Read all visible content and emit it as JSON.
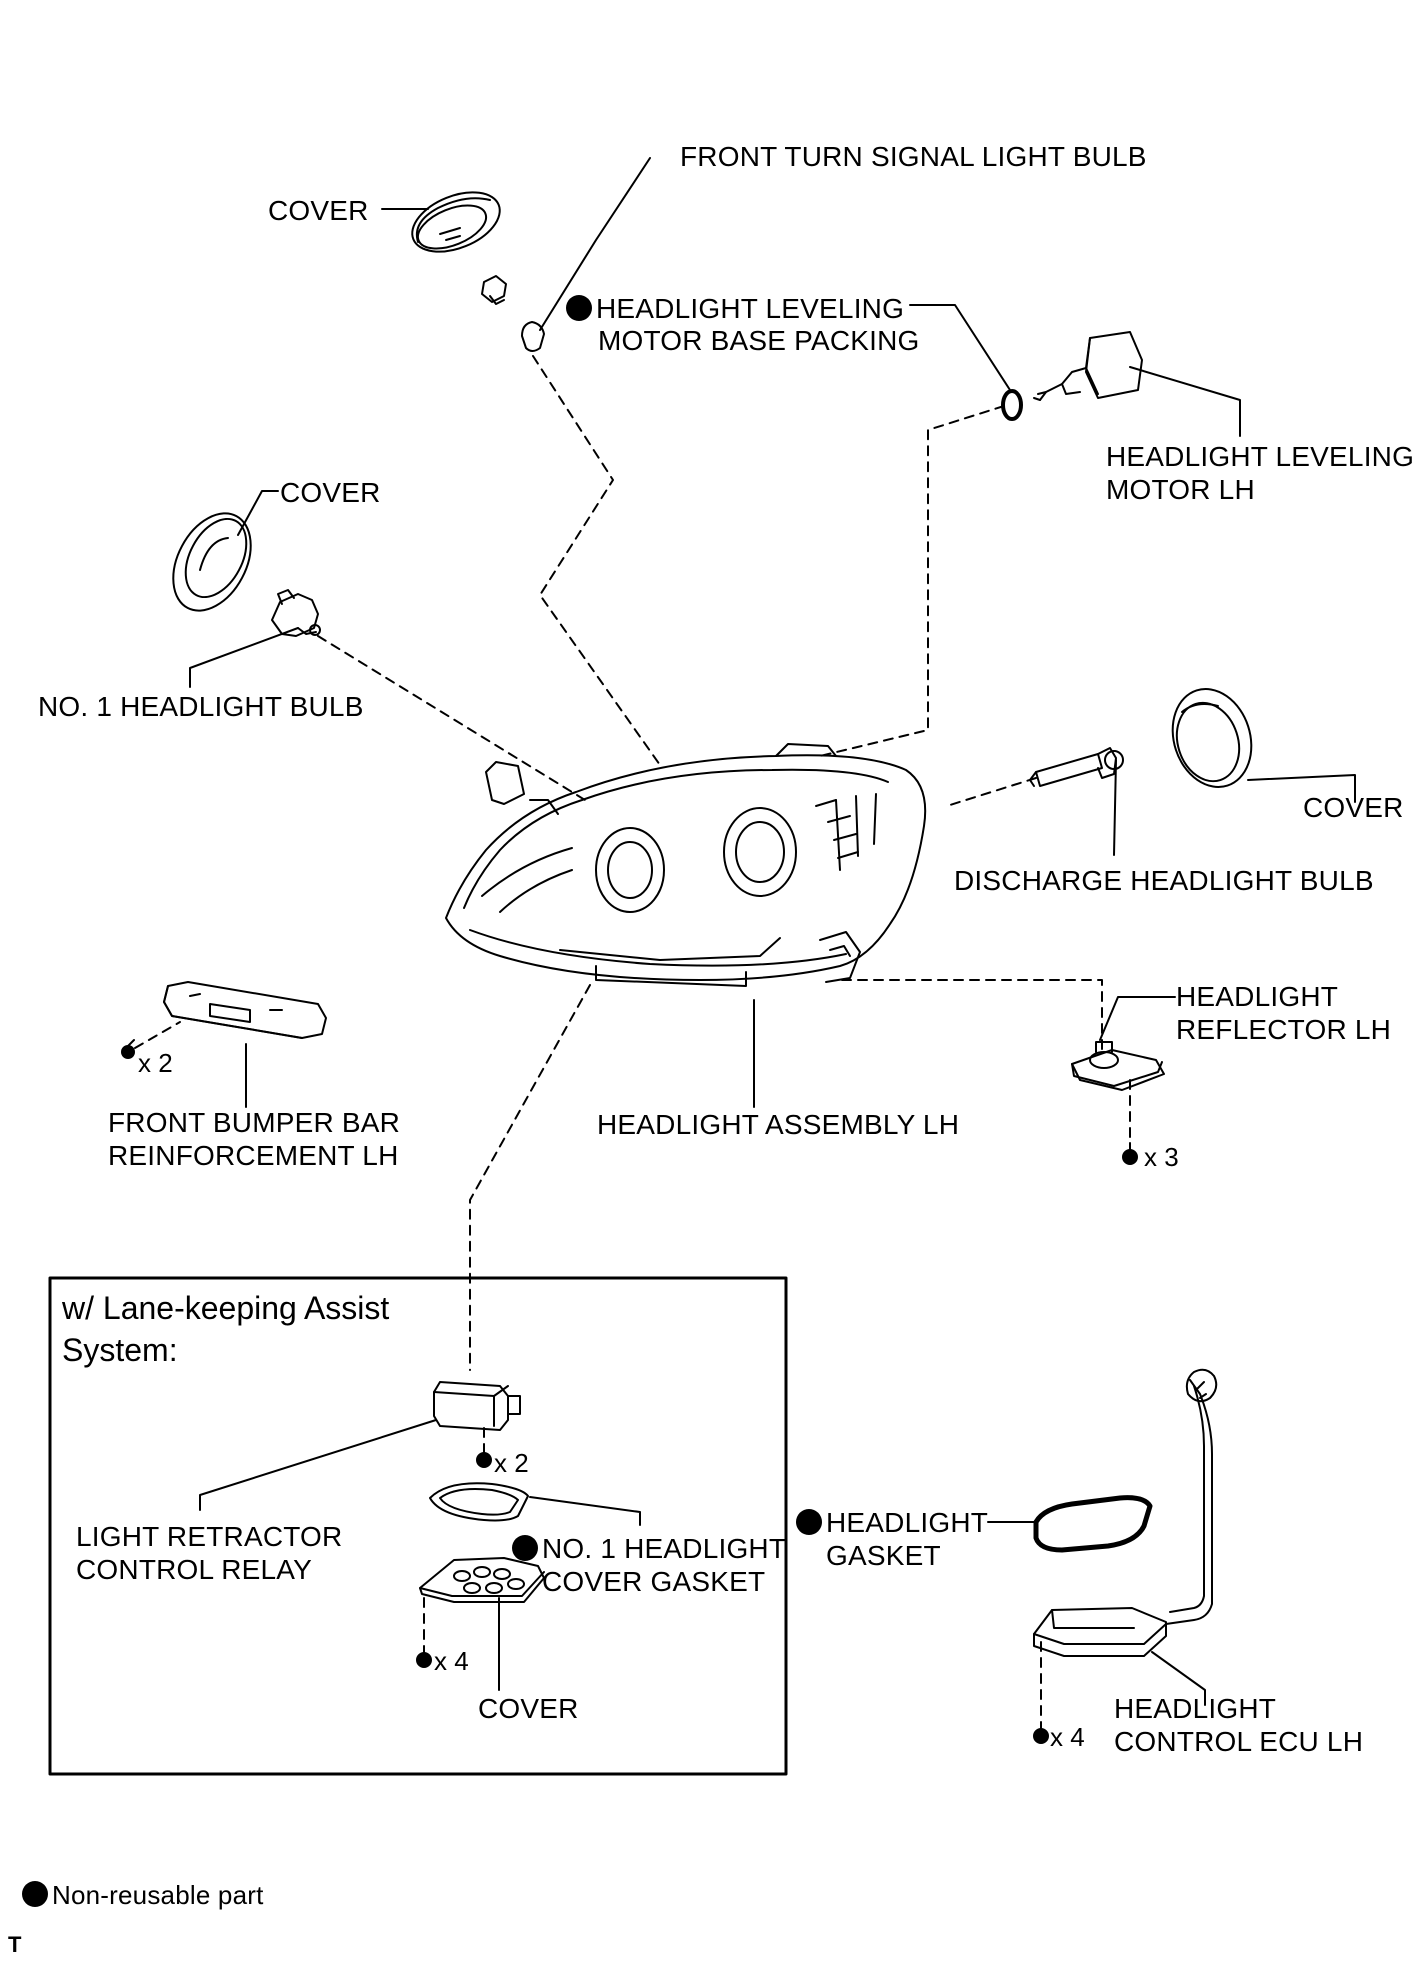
{
  "labels": {
    "front_turn_signal_bulb": "FRONT TURN SIGNAL LIGHT BULB",
    "cover_top": "COVER",
    "leveling_motor_packing_l1": "HEADLIGHT LEVELING",
    "leveling_motor_packing_l2": "MOTOR BASE PACKING",
    "leveling_motor_l1": "HEADLIGHT LEVELING",
    "leveling_motor_l2": "MOTOR LH",
    "cover_left": "COVER",
    "no1_headlight_bulb": "NO. 1 HEADLIGHT BULB",
    "cover_right": "COVER",
    "discharge_bulb": "DISCHARGE HEADLIGHT BULB",
    "reflector_l1": "HEADLIGHT",
    "reflector_l2": "REFLECTOR LH",
    "bumper_bar_l1": "FRONT BUMPER BAR",
    "bumper_bar_l2": "REINFORCEMENT LH",
    "headlight_assembly": "HEADLIGHT ASSEMBLY LH",
    "light_retractor_l1": "LIGHT RETRACTOR",
    "light_retractor_l2": "CONTROL RELAY",
    "no1_cover_gasket_l1": "NO. 1 HEADLIGHT",
    "no1_cover_gasket_l2": "COVER GASKET",
    "cover_bottom": "COVER",
    "headlight_gasket_l1": "HEADLIGHT",
    "headlight_gasket_l2": "GASKET",
    "ecu_l1": "HEADLIGHT",
    "ecu_l2": "CONTROL ECU LH"
  },
  "quantities": {
    "bumper_bar_screws": "x 2",
    "reflector_screws": "x 3",
    "relay_screws": "x 2",
    "cover_screws": "x 4",
    "ecu_screws": "x 4"
  },
  "inset": {
    "title_l1": "w/ Lane-keeping Assist",
    "title_l2": "System:"
  },
  "legend": {
    "non_reusable": "Non-reusable part"
  },
  "corner_mark": "T"
}
